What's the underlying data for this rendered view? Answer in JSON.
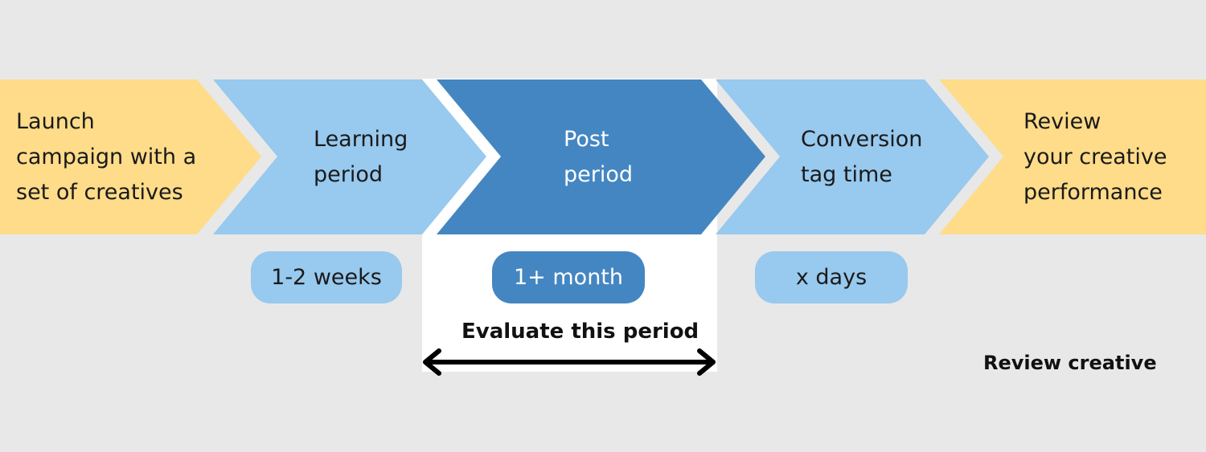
{
  "colors": {
    "background": "#e8e8e8",
    "yellow": "#fedc89",
    "light_blue": "#98c9ee",
    "dark_blue": "#4486c1",
    "highlight": "#ffffff",
    "text_dark": "#1a1a1a",
    "text_light": "#ffffff"
  },
  "stages": [
    {
      "lines": [
        "Launch",
        "campaign with a",
        "set of creatives"
      ]
    },
    {
      "lines": [
        "Learning",
        "period"
      ]
    },
    {
      "lines": [
        "Post",
        "period"
      ]
    },
    {
      "lines": [
        "Conversion",
        "tag time"
      ]
    },
    {
      "lines": [
        "Review",
        "your creative",
        "performance"
      ]
    }
  ],
  "durations": {
    "learning": "1-2 weeks",
    "post": "1+ month",
    "conversion": "x days"
  },
  "evaluate_label": "Evaluate this period",
  "review_label": "Review creative"
}
